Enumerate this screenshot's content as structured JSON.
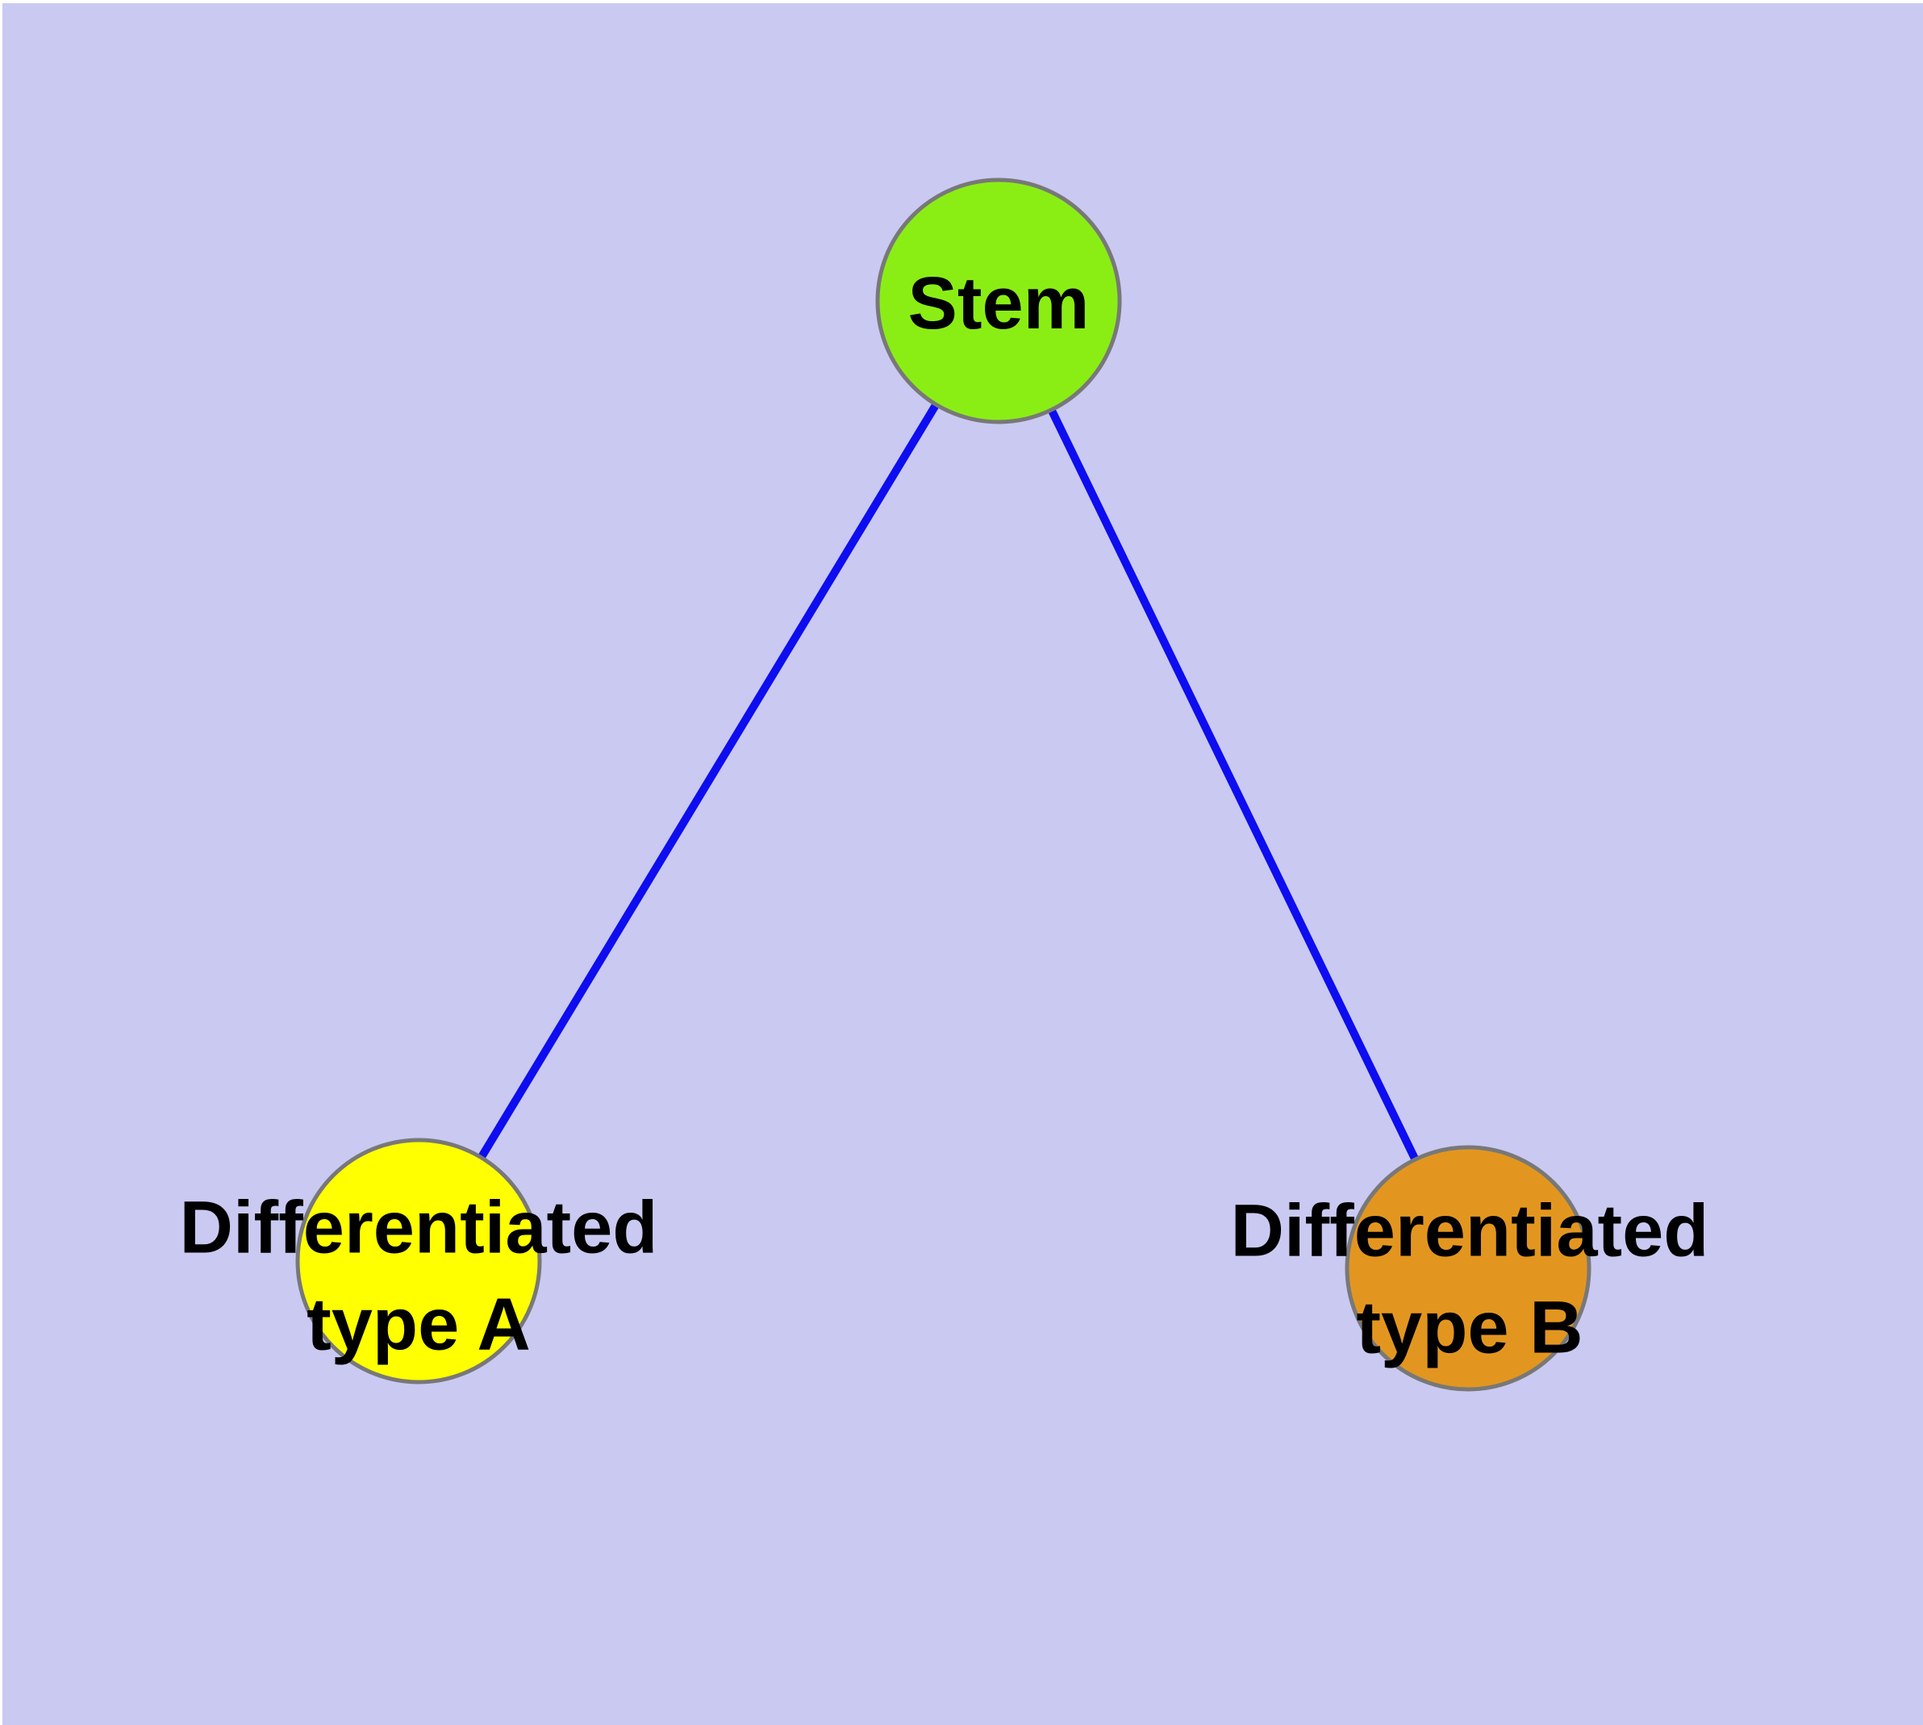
{
  "canvas": {
    "background_color": "#c9c9f2",
    "frame_color": "#ffffff"
  },
  "edges": {
    "color": "#0d0df0",
    "items": [
      {
        "from": "Stem",
        "to": "Differentiated type A"
      },
      {
        "from": "Stem",
        "to": "Differentiated type B"
      }
    ]
  },
  "nodes": {
    "border_color": "#787878",
    "stem": {
      "label": "Stem",
      "fill_color": "#8aee15"
    },
    "type_a": {
      "label_line1": "Differentiated",
      "label_line2": "type A",
      "fill_color": "#ffff00"
    },
    "type_b": {
      "label_line1": "Differentiated",
      "label_line2": "type B",
      "fill_color": "#e3961f"
    }
  },
  "labels": {
    "color": "#000000"
  }
}
